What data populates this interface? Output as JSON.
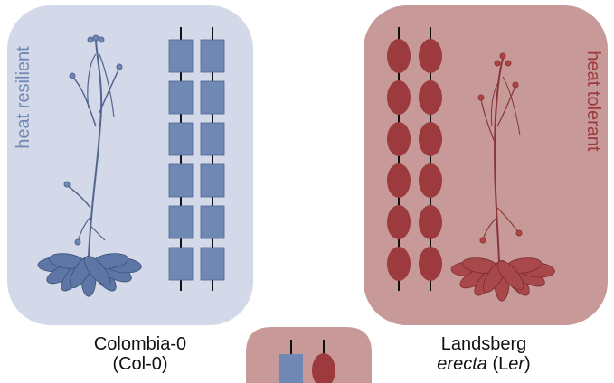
{
  "left_panel": {
    "side_label": "heat resilient",
    "caption_line1": "Colombia-0",
    "caption_line2": "(Col-0)",
    "fill_color": "#d3d9e8",
    "marker_color": "#6f89b4",
    "marker_shape": "square"
  },
  "right_panel": {
    "side_label": "heat tolerant",
    "caption_line1": "Landsberg",
    "caption_line2_italic_a": "erecta",
    "caption_line2_plain": " (L",
    "caption_line2_italic_b": "er",
    "caption_line2_close": ")",
    "fill_color": "#c79998",
    "marker_color": "#9c3a3d",
    "marker_shape": "ellipse"
  },
  "hybrid_panel": {
    "fill_color": "#c79998",
    "markers": [
      "square",
      "ellipse"
    ]
  },
  "chromosome_pair": {
    "strands": 2,
    "markers_per_strand": 6
  },
  "icons": [
    "arabidopsis-plant-blue-icon",
    "arabidopsis-plant-red-icon"
  ]
}
